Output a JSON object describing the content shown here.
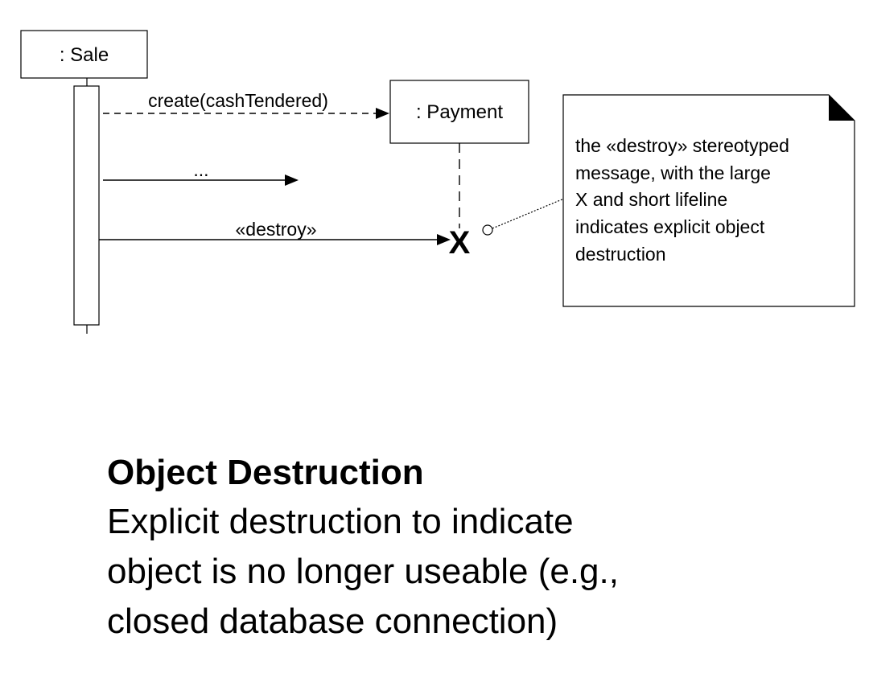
{
  "diagram": {
    "objects": {
      "sale": ": Sale",
      "payment": ": Payment"
    },
    "messages": {
      "create": "create(cashTendered)",
      "ellipsis": "...",
      "destroy": "«destroy»"
    },
    "note": {
      "lines": [
        "the «destroy» stereotyped",
        "message, with the large",
        "X and short lifeline",
        "indicates explicit object",
        "destruction"
      ]
    },
    "destruction_mark": "X"
  },
  "caption": {
    "title": "Object Destruction",
    "lines": [
      "Explicit destruction to indicate",
      "object is no longer useable (e.g.,",
      "closed database connection)"
    ]
  }
}
